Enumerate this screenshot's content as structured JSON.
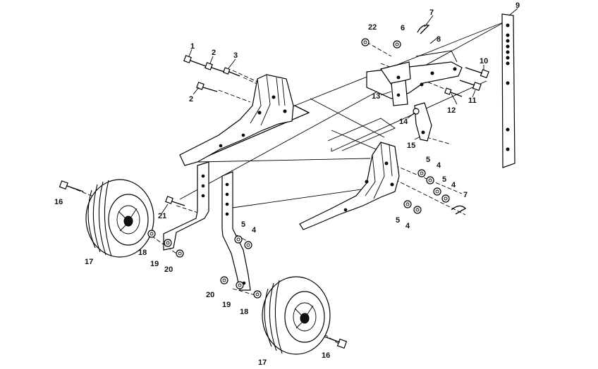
{
  "diagram": {
    "labels": {
      "l1": "1",
      "l2a": "2",
      "l2b": "2",
      "l3": "3",
      "l4a": "4",
      "l4b": "4",
      "l4c": "4",
      "l4d": "4",
      "l5a": "5",
      "l5b": "5",
      "l5c": "5",
      "l5d": "5",
      "l6": "6",
      "l7a": "7",
      "l7b": "7",
      "l8": "8",
      "l9": "9",
      "l10": "10",
      "l11": "11",
      "l12": "12",
      "l13": "13",
      "l14": "14",
      "l15": "15",
      "l16a": "16",
      "l16b": "16",
      "l17a": "17",
      "l17b": "17",
      "l18a": "18",
      "l18b": "18",
      "l19a": "19",
      "l19b": "19",
      "l20a": "20",
      "l20b": "20",
      "l21": "21",
      "l22": "22"
    }
  }
}
